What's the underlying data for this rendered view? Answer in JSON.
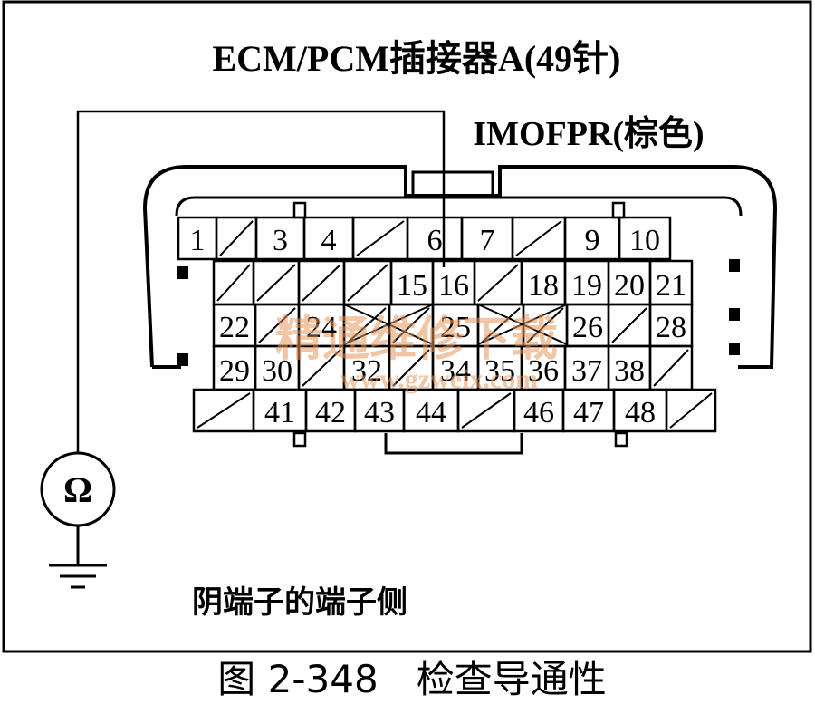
{
  "diagram": {
    "connector_title": "ECM/PCM插接器A(49针)",
    "wire_label": "IMOFPR(棕色)",
    "meter_symbol": "Ω",
    "view_note": "阴端子的端子侧",
    "figure_caption": "图 2-348　检查导通性",
    "watermark_cn": "精通维修下载",
    "watermark_url": "www.gzweix.com",
    "rows": [
      [
        {
          "label": "1"
        },
        {
          "label": ""
        },
        {
          "label": "3"
        },
        {
          "label": "4"
        },
        {
          "label": ""
        },
        {
          "label": "6"
        },
        {
          "label": "7"
        },
        {
          "label": ""
        },
        {
          "label": "9"
        },
        {
          "label": "10"
        }
      ],
      [
        {
          "label": ""
        },
        {
          "label": ""
        },
        {
          "label": ""
        },
        {
          "label": ""
        },
        {
          "label": "15"
        },
        {
          "label": "16"
        },
        {
          "label": ""
        },
        {
          "label": "18"
        },
        {
          "label": "19"
        },
        {
          "label": "20"
        },
        {
          "label": "21"
        }
      ],
      [
        {
          "label": "22"
        },
        {
          "label": ""
        },
        {
          "label": "24"
        },
        {
          "label": ""
        },
        {
          "label": ""
        },
        {
          "label": "25"
        },
        {
          "label": ""
        },
        {
          "label": ""
        },
        {
          "label": "26"
        },
        {
          "label": ""
        },
        {
          "label": "28"
        }
      ],
      [
        {
          "label": "29"
        },
        {
          "label": "30"
        },
        {
          "label": ""
        },
        {
          "label": "32"
        },
        {
          "label": ""
        },
        {
          "label": "34"
        },
        {
          "label": "35"
        },
        {
          "label": "36"
        },
        {
          "label": "37"
        },
        {
          "label": "38"
        },
        {
          "label": ""
        }
      ],
      [
        {
          "label": ""
        },
        {
          "label": "41"
        },
        {
          "label": "42"
        },
        {
          "label": "43"
        },
        {
          "label": "44"
        },
        {
          "label": ""
        },
        {
          "label": "46"
        },
        {
          "label": "47"
        },
        {
          "label": "48"
        },
        {
          "label": ""
        }
      ]
    ]
  }
}
